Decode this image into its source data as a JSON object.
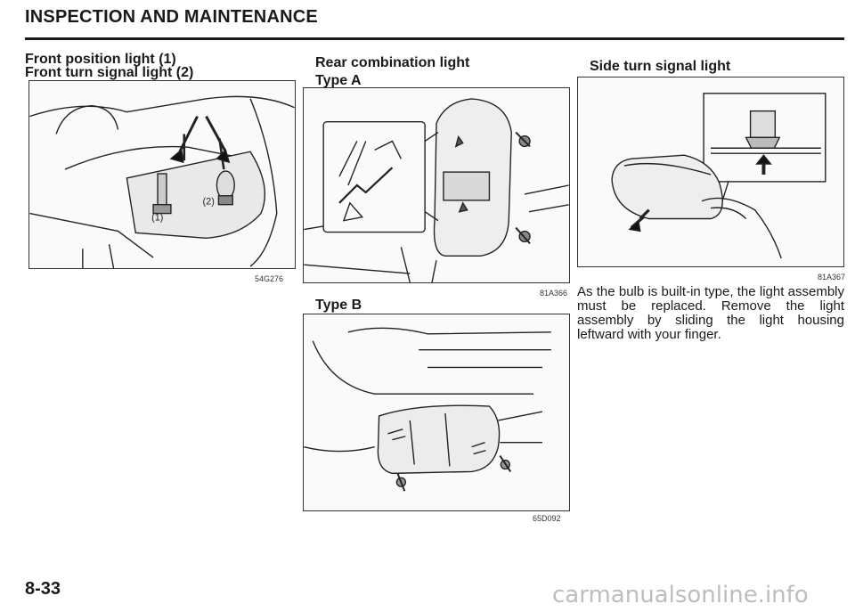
{
  "header": {
    "title": "INSPECTION AND MAINTENANCE"
  },
  "front": {
    "title_line1": "Front position light (1)",
    "title_line2": "Front turn signal light (2)",
    "callout_1": "(1)",
    "callout_2": "(2)",
    "figure_code": "54G276"
  },
  "rear": {
    "title": "Rear combination light",
    "type_a_label": "Type A",
    "type_a_code": "81A366",
    "type_b_label": "Type B",
    "type_b_code": "65D092"
  },
  "side": {
    "title": "Side turn signal light",
    "figure_code": "81A367",
    "body": "As the bulb is built-in type, the light assembly must be replaced. Remove the light assembly by sliding the light housing leftward with your finger."
  },
  "page_number": "8-33",
  "footer_watermark": "carmanualsonline.info"
}
